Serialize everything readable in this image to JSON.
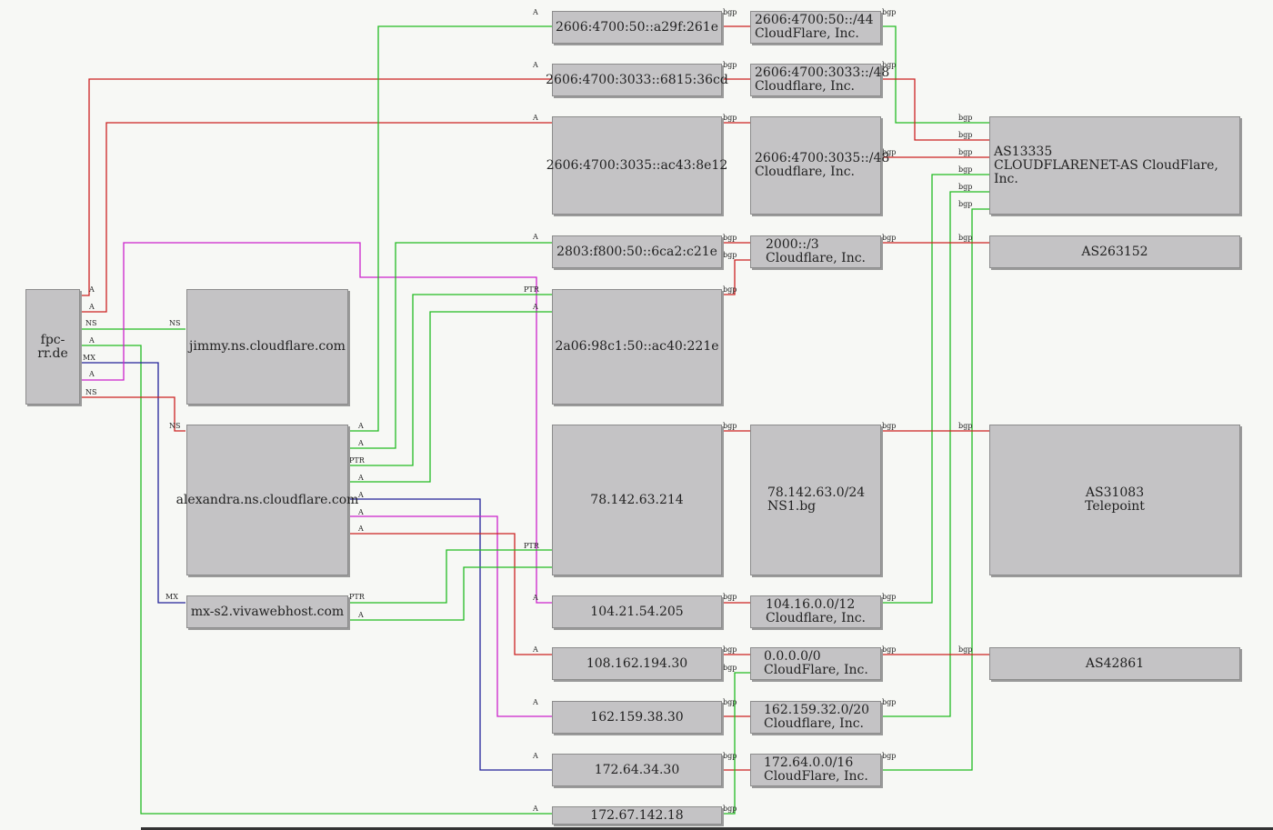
{
  "nodes": {
    "fpc": {
      "lines": [
        "fpc-rr.de"
      ]
    },
    "jimmy": {
      "lines": [
        "jimmy.ns.cloudflare.com"
      ]
    },
    "alex": {
      "lines": [
        "alexandra.ns.cloudflare.com"
      ]
    },
    "mx": {
      "lines": [
        "mx-s2.vivawebhost.com"
      ]
    },
    "ip1": {
      "lines": [
        "2606:4700:50::a29f:261e"
      ]
    },
    "ip2": {
      "lines": [
        "2606:4700:3033::6815:36cd"
      ]
    },
    "ip3": {
      "lines": [
        "2606:4700:3035::ac43:8e12"
      ]
    },
    "ip4": {
      "lines": [
        "2803:f800:50::6ca2:c21e"
      ]
    },
    "ip5": {
      "lines": [
        "2a06:98c1:50::ac40:221e"
      ]
    },
    "ip6": {
      "lines": [
        "78.142.63.214"
      ]
    },
    "ip7": {
      "lines": [
        "104.21.54.205"
      ]
    },
    "ip8": {
      "lines": [
        "108.162.194.30"
      ]
    },
    "ip9": {
      "lines": [
        "162.159.38.30"
      ]
    },
    "ip10": {
      "lines": [
        "172.64.34.30"
      ]
    },
    "ip11": {
      "lines": [
        "172.67.142.18"
      ]
    },
    "pf1": {
      "lines": [
        "2606:4700:50::/44",
        "CloudFlare, Inc."
      ]
    },
    "pf2": {
      "lines": [
        "2606:4700:3033::/48",
        "Cloudflare, Inc."
      ]
    },
    "pf3": {
      "lines": [
        "2606:4700:3035::/48",
        "Cloudflare, Inc."
      ]
    },
    "pf4": {
      "lines": [
        "2000::/3",
        "Cloudflare, Inc."
      ]
    },
    "pf5": {
      "lines": [
        "78.142.63.0/24",
        "NS1.bg"
      ]
    },
    "pf6": {
      "lines": [
        "104.16.0.0/12",
        "Cloudflare, Inc."
      ]
    },
    "pf7": {
      "lines": [
        "0.0.0.0/0",
        "CloudFlare, Inc."
      ]
    },
    "pf8": {
      "lines": [
        "162.159.32.0/20",
        "Cloudflare, Inc."
      ]
    },
    "pf9": {
      "lines": [
        "172.64.0.0/16",
        "CloudFlare, Inc."
      ]
    },
    "as1": {
      "lines": [
        "AS13335",
        "CLOUDFLARENET-AS CloudFlare, Inc."
      ]
    },
    "as2": {
      "lines": [
        "AS263152"
      ]
    },
    "as3": {
      "lines": [
        "AS31083",
        "Telepoint"
      ]
    },
    "as4": {
      "lines": [
        "AS42861"
      ]
    }
  },
  "edge_labels": {
    "a": "A",
    "ns": "NS",
    "mx": "MX",
    "ptr": "PTR",
    "bgp": "bgp"
  },
  "colors": {
    "a_record": "#cc2222",
    "aaaa_record": "#22bb22",
    "ns_record": "#cc22cc",
    "mx_record": "#222299",
    "bgp": "#cc2222",
    "background": "#f7f8f5",
    "node_fill": "#c4c3c5"
  }
}
